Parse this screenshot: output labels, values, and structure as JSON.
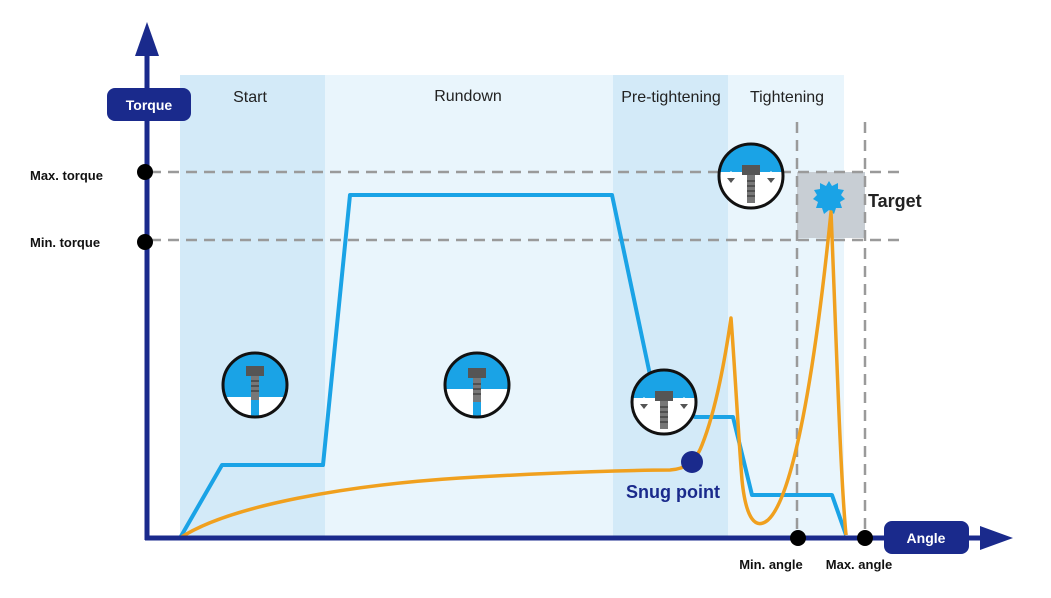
{
  "phases": [
    {
      "label": "Start"
    },
    {
      "label": "Rundown"
    },
    {
      "label": "Pre-tightening"
    },
    {
      "label": "Tightening"
    }
  ],
  "axes": {
    "y_label": "Torque",
    "x_label": "Angle",
    "y_markers": [
      {
        "label": "Max. torque"
      },
      {
        "label": "Min. torque"
      }
    ],
    "x_markers": [
      {
        "label": "Min. angle"
      },
      {
        "label": "Max. angle"
      }
    ]
  },
  "annotations": {
    "snug_point": "Snug point",
    "target": "Target"
  },
  "icons": [
    {
      "name": "screw-loose-icon"
    },
    {
      "name": "screw-rundown-icon"
    },
    {
      "name": "screw-seated-icon"
    },
    {
      "name": "screw-tightened-icon"
    }
  ],
  "colors": {
    "axis": "#1a2a8c",
    "blue_curve": "#1aa3e6",
    "orange_curve": "#f0a01e",
    "phase_dark": "#d3eaf8",
    "phase_light": "#e9f5fc",
    "target_box": "#c8ced4",
    "target_star": "#1aa3e6",
    "guide": "#9a9a9a"
  }
}
